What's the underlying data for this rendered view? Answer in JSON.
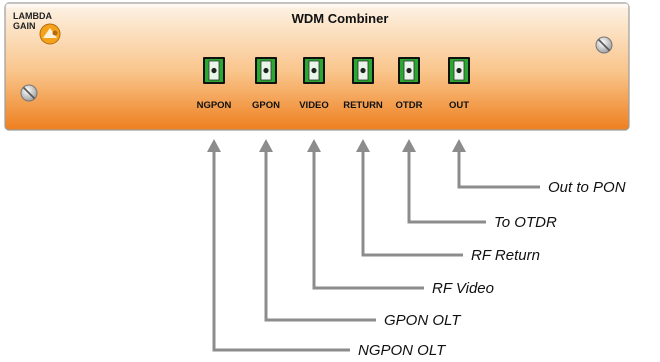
{
  "panel": {
    "title": "WDM Combiner",
    "brand_line1": "LAMBDA",
    "brand_line2": "GAIN",
    "colors": {
      "face_top": "#fdf3e6",
      "face_bottom": "#f28a2a",
      "port_green": "#2aa832"
    }
  },
  "ports": [
    {
      "label": "NGPON",
      "destination": "NGPON OLT"
    },
    {
      "label": "GPON",
      "destination": "GPON OLT"
    },
    {
      "label": "VIDEO",
      "destination": "RF Video"
    },
    {
      "label": "RETURN",
      "destination": "RF Return"
    },
    {
      "label": "OTDR",
      "destination": "To OTDR"
    },
    {
      "label": "OUT",
      "destination": "Out to PON"
    }
  ]
}
